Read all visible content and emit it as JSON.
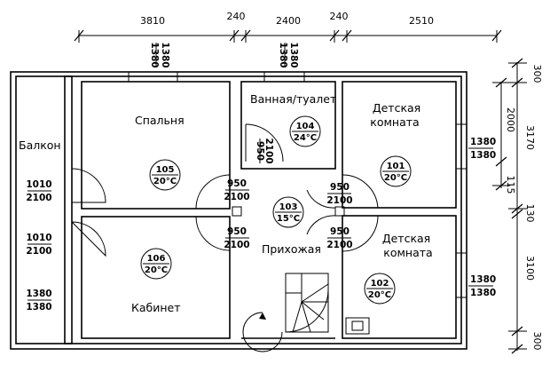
{
  "rooms": {
    "balcony": "Балкон",
    "bedroom": "Спальня",
    "bathroom": "Ванная/туалет",
    "kids_top": "Детская\nкомната",
    "hall": "Прихожая",
    "study": "Кабинет",
    "kids_bottom": "Детская\nкомната"
  },
  "room_tags": {
    "bedroom": {
      "number": "105",
      "temp": "20°C"
    },
    "bathroom": {
      "number": "104",
      "temp": "24°C"
    },
    "kids_top": {
      "number": "101",
      "temp": "20°C"
    },
    "hall": {
      "number": "103",
      "temp": "15°C"
    },
    "study": {
      "number": "106",
      "temp": "20°C"
    },
    "kids_bottom": {
      "number": "102",
      "temp": "20°C"
    }
  },
  "top_dimensions": [
    "3810",
    "240",
    "2400",
    "240",
    "2510"
  ],
  "right_dimensions": [
    "300",
    "2000",
    "3170",
    "115",
    "130",
    "3100",
    "300"
  ],
  "openings": {
    "window_bedroom": {
      "w": "1380",
      "h": "1380"
    },
    "window_bath": {
      "w": "1380",
      "h": "1380"
    },
    "window_kids_top": {
      "w": "1380",
      "h": "1380"
    },
    "window_kids_bottom": {
      "w": "1380",
      "h": "1380"
    },
    "balcony_door_1": {
      "w": "1010",
      "h": "2100"
    },
    "balcony_door_2": {
      "w": "1010",
      "h": "2100"
    },
    "balcony_window": {
      "w": "1380",
      "h": "1380"
    },
    "bath_door": {
      "w": "950",
      "h": "2100"
    },
    "door_bedroom": {
      "w": "950",
      "h": "2100"
    },
    "door_kids_top": {
      "w": "950",
      "h": "2100"
    },
    "door_study": {
      "w": "950",
      "h": "2100"
    },
    "door_kids_bottom": {
      "w": "950",
      "h": "2100"
    }
  }
}
